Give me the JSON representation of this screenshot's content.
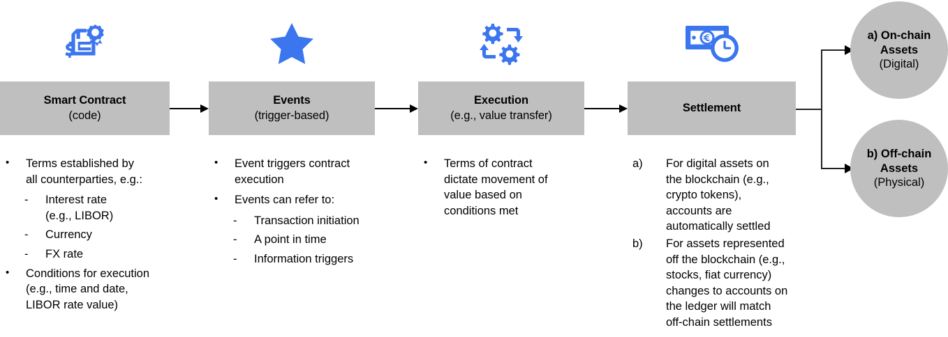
{
  "theme": {
    "icon_blue": "#3b76ef",
    "box_gray": "#bfbfbf",
    "circle_gray": "#bfbfbf",
    "arrow_black": "#000000",
    "background": "#ffffff"
  },
  "stages": [
    {
      "id": "smart-contract",
      "icon_name": "contract-document-dollar-seal-icon",
      "title": "Smart Contract",
      "subtitle": "(code)",
      "bullets": [
        {
          "level": 1,
          "mark": "•",
          "text": "Terms established by\nall counterparties, e.g.:"
        },
        {
          "level": 2,
          "mark": "-",
          "text": "Interest rate\n(e.g., LIBOR)"
        },
        {
          "level": 2,
          "mark": "-",
          "text": "Currency"
        },
        {
          "level": 2,
          "mark": "-",
          "text": "FX rate"
        },
        {
          "level": 1,
          "mark": "•",
          "text": "Conditions for execution\n(e.g., time and date,\nLIBOR rate value)"
        }
      ]
    },
    {
      "id": "events",
      "icon_name": "star-icon",
      "title": "Events",
      "subtitle": "(trigger-based)",
      "bullets": [
        {
          "level": 1,
          "mark": "•",
          "text": "Event triggers contract\nexecution"
        },
        {
          "level": 1,
          "mark": "•",
          "text": "Events can refer to:"
        },
        {
          "level": 2,
          "mark": "-",
          "text": "Transaction initiation"
        },
        {
          "level": 2,
          "mark": "-",
          "text": "A point in time"
        },
        {
          "level": 2,
          "mark": "-",
          "text": "Information triggers"
        }
      ]
    },
    {
      "id": "execution",
      "icon_name": "gears-process-arrows-icon",
      "title": "Execution",
      "subtitle": "(e.g., value transfer)",
      "bullets": [
        {
          "level": 1,
          "mark": "•",
          "text": "Terms of contract\ndictate movement of\nvalue based on\nconditions met"
        }
      ]
    },
    {
      "id": "settlement",
      "icon_name": "banknote-euro-clock-icon",
      "title": "Settlement",
      "subtitle": "",
      "bullets": [
        {
          "level": "a",
          "mark": "a)",
          "text": "For digital assets on\nthe blockchain (e.g.,\ncrypto tokens),\naccounts are\nautomatically settled"
        },
        {
          "level": "a",
          "mark": "b)",
          "text": "For assets represented\noff the blockchain (e.g.,\nstocks, fiat currency)\nchanges to accounts on\nthe ledger will match\noff-chain settlements"
        }
      ]
    }
  ],
  "outcomes": [
    {
      "id": "on-chain-assets",
      "title": "a) On-chain\nAssets",
      "subtitle": "(Digital)"
    },
    {
      "id": "off-chain-assets",
      "title": "b) Off-chain\nAssets",
      "subtitle": "(Physical)"
    }
  ]
}
